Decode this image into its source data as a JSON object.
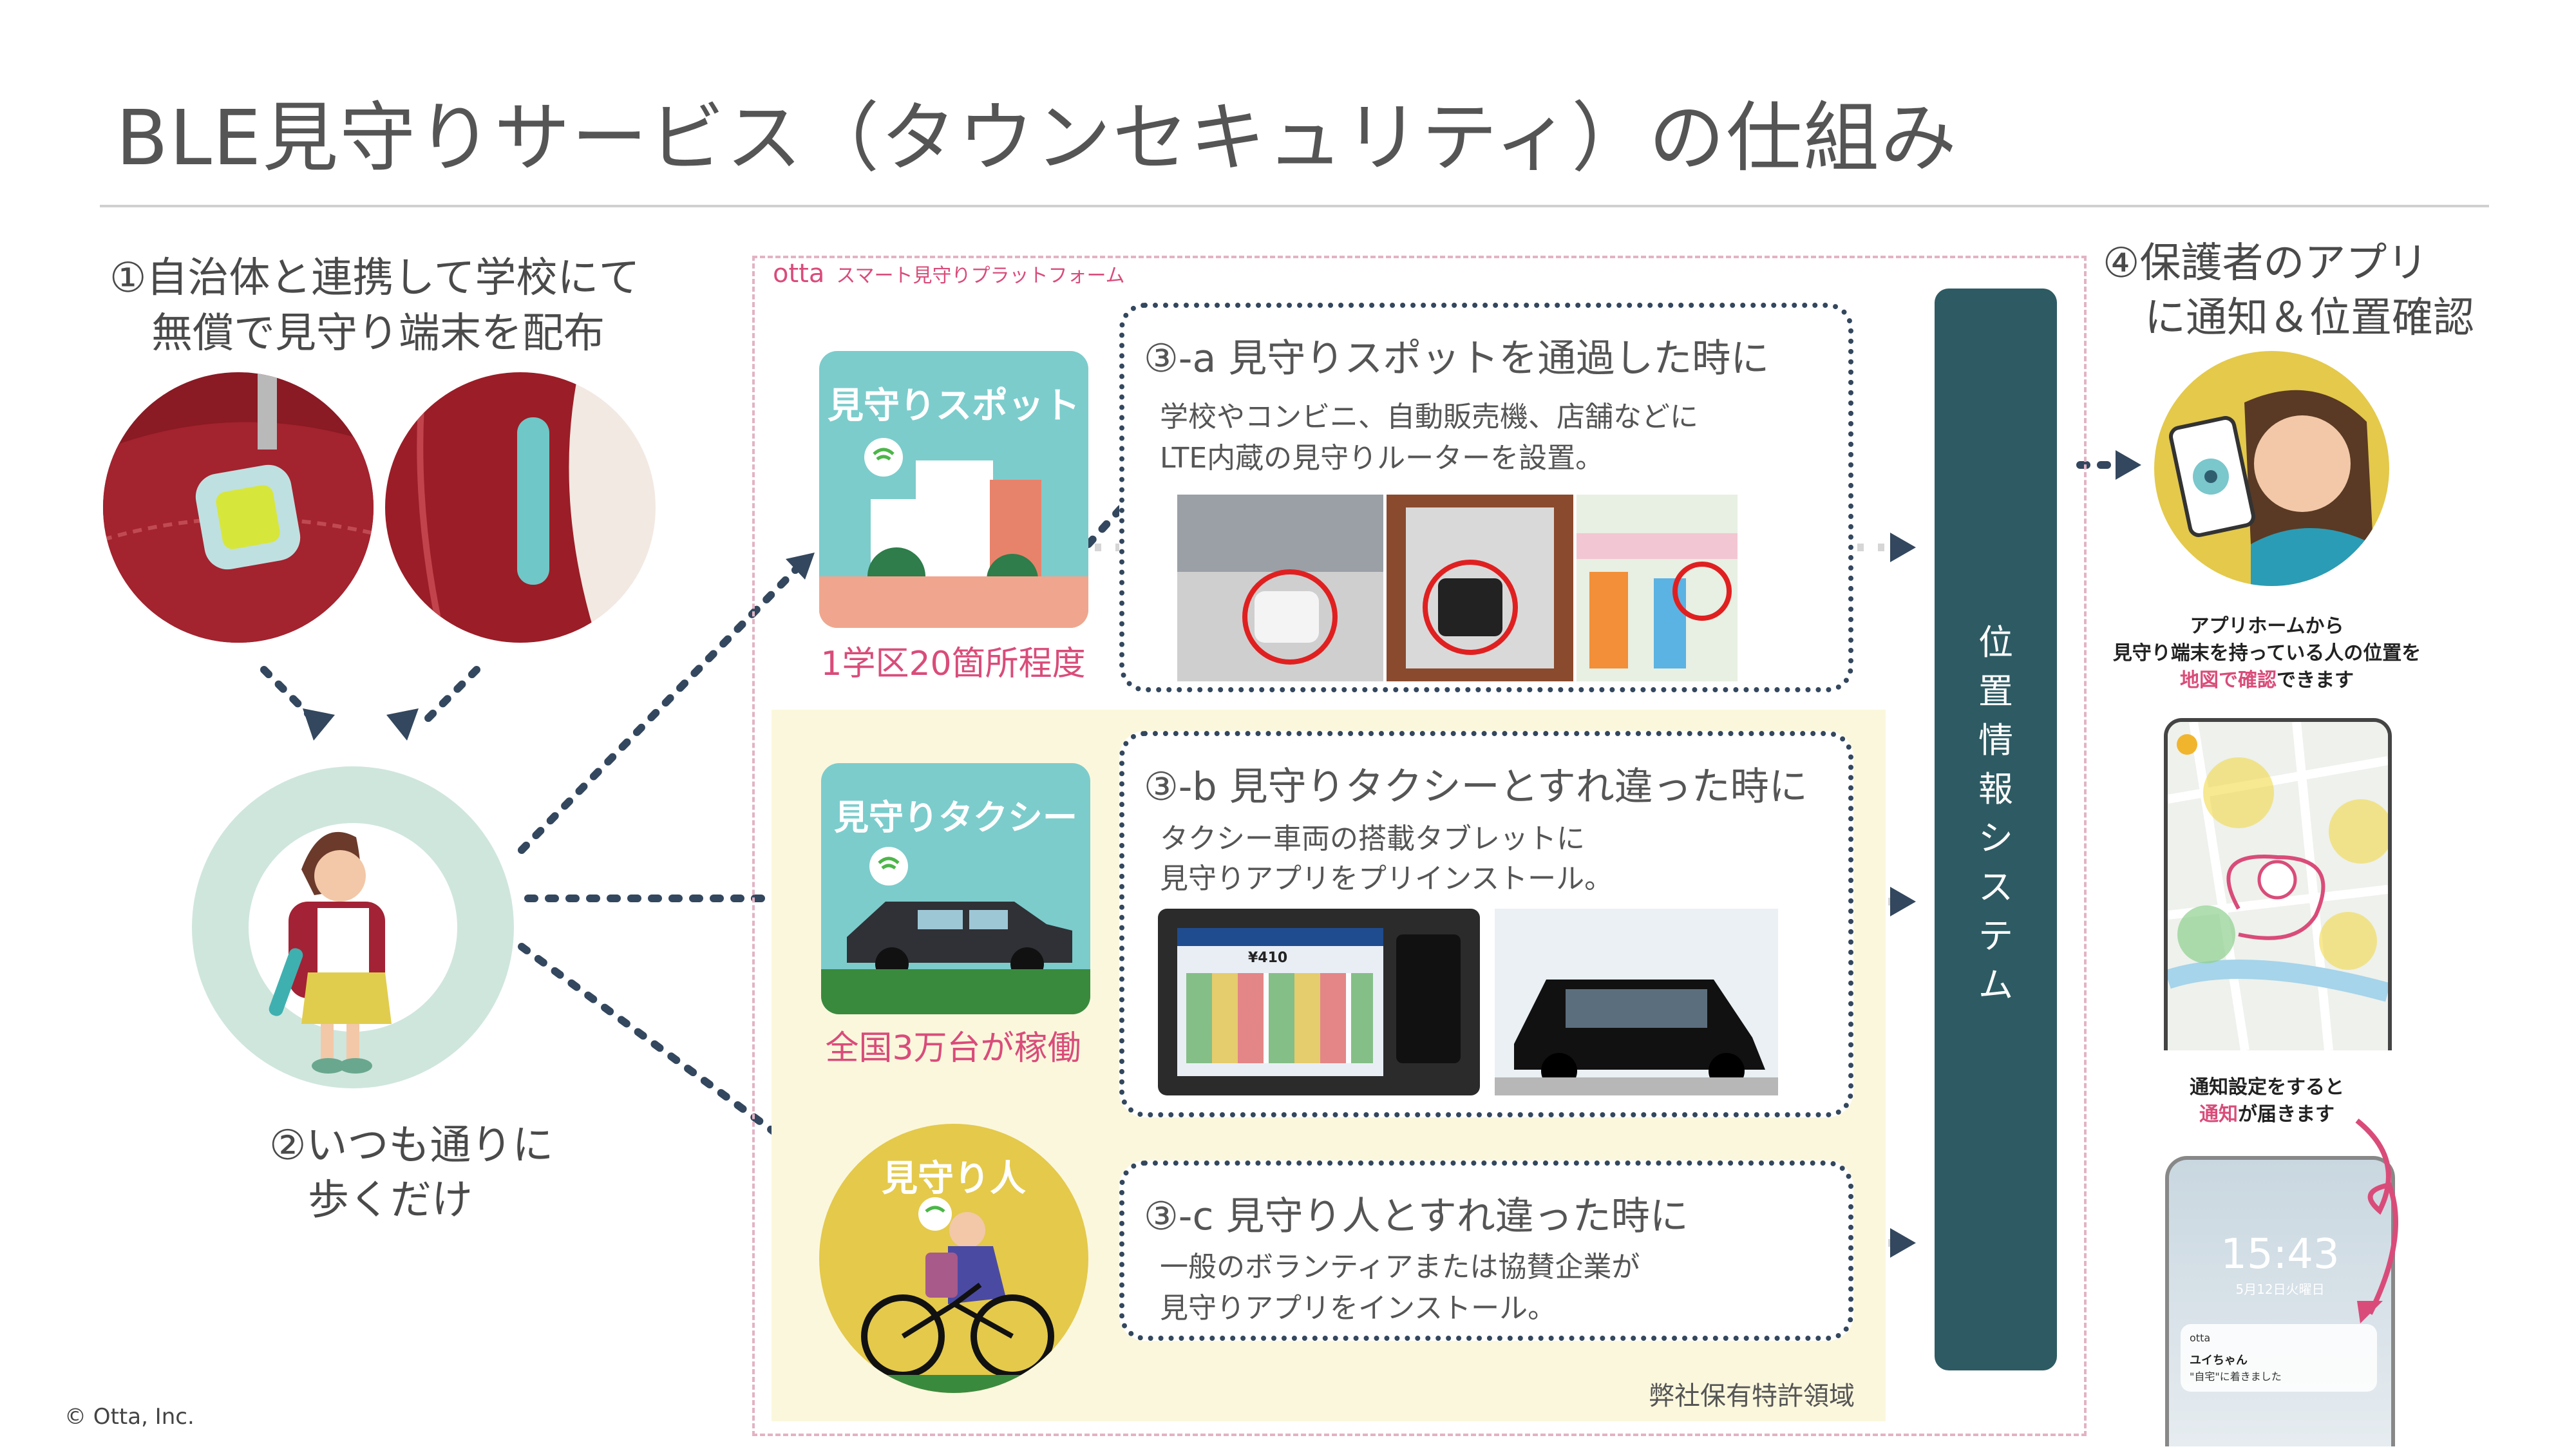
{
  "title": "BLE見守りサービス（タウンセキュリティ）の仕組み",
  "step1": {
    "line1": "①自治体と連携して学校にて",
    "line2": "無償で見守り端末を配布"
  },
  "step2": {
    "line1": "②いつも通りに",
    "line2": "歩くだけ"
  },
  "step4": {
    "line1": "④保護者のアプリ",
    "line2": "に通知＆位置確認"
  },
  "platform": {
    "brand": "otta",
    "subtitle": "スマート見守りプラットフォーム",
    "patent_label": "弊社保有特許領域"
  },
  "case_a": {
    "title": "③-a 見守りスポットを通過した時に",
    "desc1": "学校やコンビニ、自動販売機、店舗などに",
    "desc2": "LTE内蔵の見守りルーターを設置。",
    "tile_label": "見守りスポット",
    "caption": "1学区20箇所程度"
  },
  "case_b": {
    "title": "③-b 見守りタクシーとすれ違った時に",
    "desc1": "タクシー車両の搭載タブレットに",
    "desc2": "見守りアプリをプリインストール。",
    "tile_label": "見守りタクシー",
    "caption": "全国3万台が稼働",
    "tablet_fare": "¥410"
  },
  "case_c": {
    "title": "③-c 見守り人とすれ違った時に",
    "desc1": "一般のボランティアまたは協賛企業が",
    "desc2": "見守りアプリをインストール。",
    "tile_label": "見守り人"
  },
  "location_system": [
    "位",
    "置",
    "情",
    "報",
    "シ",
    "ス",
    "テ",
    "ム"
  ],
  "app_screens": {
    "map_caption_1": "アプリホームから",
    "map_caption_2": "見守り端末を持っている人の位置を",
    "map_caption_3_highlight": "地図で確認",
    "map_caption_3_rest": "できます",
    "notify_caption_1": "通知設定をすると",
    "notify_caption_2_highlight": "通知",
    "notify_caption_2_rest": "が届きます",
    "lock_time": "15:43",
    "lock_date": "5月12日火曜日",
    "notif_app": "otta",
    "notif_name": "ユイちゃん",
    "notif_text": "\"自宅\"に着きました"
  },
  "copyright": "© Otta, Inc.",
  "colors": {
    "accent_pink": "#d94c7a",
    "navy_dots": "#33475e",
    "teal_bar": "#2e5b63",
    "tile_teal": "#7ccccc",
    "patent_bg": "#fbf7dd"
  }
}
